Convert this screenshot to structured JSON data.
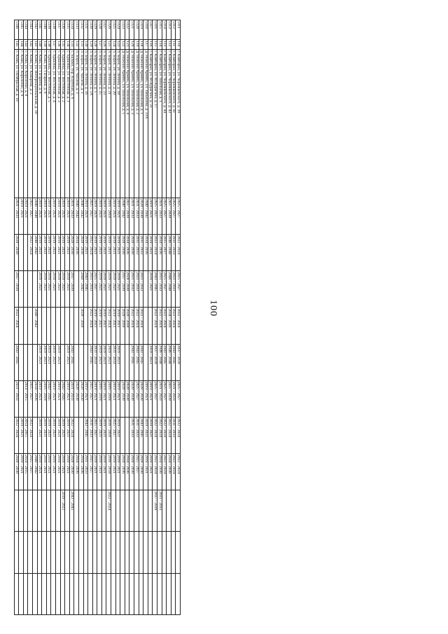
{
  "page_number": "100",
  "rows": [
    {
      "num": "5111",
      "idx": "110",
      "address": "г. Камбарка, ул. Черняшевского, д. 39",
      "p": [
        "2025 - 2027",
        "2022 - 2024",
        "2025 - 2027",
        "2022 - 2024",
        "2037 - 2039",
        "2025 - 2027",
        "2022 - 2024",
        "2022 - 2024",
        "",
        "",
        ""
      ]
    },
    {
      "num": "5112",
      "idx": "111",
      "address": "г. Камбарка, ул. Черняшевского, д. 41",
      "p": [
        "2025 - 2027",
        "2031 - 2033",
        "2031 - 2033",
        "2022 - 2024",
        "2043 - 2045",
        "2031 - 2033",
        "2031 - 2033",
        "2022 - 2024",
        "",
        "",
        ""
      ]
    },
    {
      "num": "5113",
      "idx": "112",
      "address": "г. Камбарка, ул. Черняшевского, д. 43",
      "p": [
        "2037 - 2039",
        "2046 - 2048",
        "2046 - 2048",
        "2034 - 2036",
        "2046 - 2048",
        "2037 - 2039",
        "2022 - 2024",
        "2034 - 2036",
        "",
        "",
        ""
      ]
    },
    {
      "num": "5114",
      "idx": "113",
      "address": "г. Камбарка, ул. Черняшевского, д. 44",
      "p": [
        "2025 - 2027",
        "2025 - 2027",
        "2025 - 2027",
        "2022 - 2024",
        "2043 - 2045",
        "2025 - 2027",
        "2022 - 2024",
        "2022 - 2024",
        "",
        "",
        ""
      ]
    },
    {
      "num": "5115",
      "idx": "114",
      "address": "г. Камбарка, ул. Школьная, д. 1",
      "p": [
        "2031 - 2033",
        "2034 - 2036",
        "2031 - 2033",
        "2022 - 2024",
        "2046 - 2048",
        "2031 - 2033",
        "2022 - 2024",
        "2034 - 2036",
        "2031 - 2033",
        "",
        ""
      ]
    },
    {
      "num": "5116",
      "idx": "115",
      "address": "г. Камбарка, ул. Ю.Курагина, д. 17",
      "p": [
        "2025 - 2027",
        "2022 - 2024",
        "2043 - 2045",
        "2022 - 2024",
        "2037 - 2039",
        "2025 - 2027",
        "2022 - 2024",
        "2022 - 2024",
        "2037 - 2039",
        "",
        ""
      ]
    },
    {
      "num": "5117",
      "idx": "116",
      "address": "г. Камбарка, ул. Ю.Курагина, д. 21",
      "p": [
        "2019 - 2021",
        "2019 - 2021",
        "2019 - 2021",
        "",
        "2019 - 2021",
        "2019 - 2021",
        "2019 - 2021",
        "2019 - 2021",
        "",
        "",
        ""
      ]
    },
    {
      "num": "5118",
      "idx": "117",
      "address": "д. Нижний Армязь, ул. Завьялова, д. 31А",
      "p": [
        "2040 - 2042",
        "2034 - 2036",
        "",
        "",
        "",
        "2019 - 2021",
        "2019 - 2021",
        "2019 - 2021",
        "",
        "",
        ""
      ]
    },
    {
      "num": "5119",
      "idx": "118",
      "address": "д. Нижний Армязь, ул. Школьная, д. 1",
      "p": [
        "2028 - 2030",
        "2031 - 2033",
        "2031 - 2033",
        "2022 - 2024",
        "2043 - 2045",
        "2028 - 2030",
        "2043 - 2045",
        "2028 - 2030",
        "",
        "",
        ""
      ]
    },
    {
      "num": "5120",
      "idx": "119",
      "address": "д. Нижний Армязь, ул. Школьная, д. 2",
      "p": [
        "2031 - 2033",
        "2031 - 2033",
        "2031 - 2033",
        "2022 - 2024",
        "2043 - 2045",
        "2025 - 2027",
        "2031 - 2033",
        "2025 - 2027",
        "",
        "",
        ""
      ]
    },
    {
      "num": "5121",
      "idx": "120",
      "address": "д. Нижний Армязь, ул. Школьная, д. 3",
      "p": [
        "2031 - 2033",
        "2028 - 2030",
        "2031 - 2033",
        "2022 - 2024",
        "2043 - 2045",
        "2028 - 2030",
        "2031 - 2033",
        "2028 - 2030",
        "",
        "",
        ""
      ]
    },
    {
      "num": "5122",
      "idx": "121",
      "address": "д. Нижний Армязь, ул. Школьная, д. 4",
      "p": [
        "2037 - 2039",
        "2034 - 2036",
        "2028 - 2030",
        "2028 - 2030",
        "",
        "2028 - 2030",
        "",
        "2034 - 2036",
        "",
        "",
        ""
      ]
    },
    {
      "num": "5123",
      "idx": "122",
      "address": "д. Нижний Армязь, ул. Школьная, д. 5",
      "p": [
        "2040 - 2042",
        "2028 - 2030",
        "2037 - 2039",
        "2028 - 2030",
        "",
        "2028 - 2030",
        "",
        "2034 - 2036",
        "",
        "",
        ""
      ]
    },
    {
      "num": "5124",
      "idx": "123",
      "address": "п. Борок, ул. Ленина, д. 18",
      "p": [
        "2019 - 2021",
        "2019 - 2021",
        "2019 - 2021",
        "2019 - 2021",
        "2019 - 2021",
        "2019 - 2021",
        "2019 - 2021",
        "2019 - 2021",
        "",
        "",
        ""
      ]
    },
    {
      "num": "5125",
      "idx": "124",
      "address": "п. Борок, ул. Ленина, д. 20",
      "p": [
        "2019 - 2021",
        "2019 - 2021",
        "2019 - 2021",
        "2019 - 2021",
        "2031 - 2033",
        "2019 - 2021",
        "2025 - 2027",
        "2019 - 2021",
        "",
        "",
        ""
      ]
    },
    {
      "num": "5126",
      "idx": "125",
      "address": "п. Борок, ул. Ленина, д. 21",
      "p": [
        "2016 - 2018",
        "2019 - 2021",
        "2019 - 2021",
        "2022 - 2024",
        "2019 - 2021",
        "2016 - 2018",
        "2016 - 2018",
        "2016 - 2018",
        "2022 - 2024",
        "",
        ""
      ]
    },
    {
      "num": "5127",
      "idx": "126",
      "address": "п. Борок, ул. Ленина, д. 23",
      "p": [
        "2019 - 2021",
        "2019 - 2021",
        "2019 - 2021",
        "2019 - 2021",
        "2019 - 2021",
        "2019 - 2021",
        "2019 - 2021",
        "2019 - 2021",
        "",
        "",
        ""
      ]
    },
    {
      "num": "5128",
      "idx": "127",
      "address": "п. Борок, ул. Ленина, д. 25",
      "p": [
        "2019 - 2021",
        "2019 - 2021",
        "2019 - 2021",
        "2019 - 2021",
        "2019 - 2021",
        "2016 - 2018",
        "2019 - 2021",
        "2019 - 2021",
        "",
        "",
        ""
      ]
    },
    {
      "num": "5129",
      "idx": "128",
      "address": "п. Борок, ул. Ленина, д. 5",
      "p": [
        "2019 - 2021",
        "2019 - 2021",
        "2025 - 2027",
        "2019 - 2021",
        "2031 - 2033",
        "2019 - 2021",
        "2025 - 2027",
        "2019 - 2021",
        "",
        "",
        ""
      ]
    },
    {
      "num": "5130",
      "idx": "129",
      "address": "п. Борок, ул. Ленина, д. 5А",
      "p": [
        "2025 - 2027",
        "2022 - 2024",
        "2031 - 2033",
        "2022 - 2024",
        "2043 - 2045",
        "2025 - 2027",
        "2031 - 2033",
        "2025 - 2027",
        "",
        "",
        ""
      ]
    },
    {
      "num": "5131",
      "idx": "130",
      "address": "п. Борок, ул. Ленина, д. 56",
      "p": [
        "2019 - 2021",
        "2019 - 2021",
        "2043 - 2045",
        "",
        "",
        "2019 - 2021",
        "2043 - 2045",
        "2031 - 2033",
        "",
        "",
        ""
      ]
    },
    {
      "num": "5132",
      "idx": "131",
      "address": "п. Борок, ул. Чапаева, д. 1",
      "p": [
        "2040 - 2042",
        "2028 - 2030",
        "2040 - 2042",
        "2028 - 2030",
        "",
        "2028 - 2030",
        "",
        "2034 - 2036",
        "",
        "",
        ""
      ]
    },
    {
      "num": "5133",
      "idx": "132",
      "address": "п. Борок, ул. Чапаева, д. 3",
      "p": [
        "2040 - 2042",
        "2034 - 2036",
        "",
        "",
        "",
        "2028 - 2030",
        "",
        "2034 - 2036",
        "",
        "",
        ""
      ]
    },
    {
      "num": "5134",
      "idx": "133",
      "address": "с. Балаки, пер. Клубный, д. 6",
      "p": [
        "2031 - 2033",
        "2028 - 2030",
        "2037 - 2039",
        "",
        "2043 - 2045",
        "2031 - 2033",
        "2022 - 2024",
        "2028 - 2030",
        "2043 - 2045",
        "",
        ""
      ]
    },
    {
      "num": "5135",
      "idx": "134",
      "address": "с. Ершовка, ул. Восточная, д. 1",
      "p": [
        "2019 - 2021",
        "2019 - 2021",
        "2019 - 2021",
        "",
        "2019 - 2021",
        "2019 - 2021",
        "2019 - 2021",
        "2019 - 2021",
        "",
        "",
        ""
      ]
    },
    {
      "num": "5136",
      "idx": "135",
      "address": "с. Ершовка, ул. Восточная, д. 2",
      "p": [
        "2019 - 2021",
        "2019 - 2021",
        "2019 - 2021",
        "",
        "",
        "2043 - 2045",
        "2019 - 2021",
        "2019 - 2021",
        "2019 - 2021",
        "",
        ""
      ]
    },
    {
      "num": "5137",
      "idx": "136",
      "address": "с. Ершовка, ул. Восточная, д. 3",
      "p": [
        "2019 - 2021",
        "2019 - 2021",
        "2019 - 2021",
        "",
        "2019 - 2021",
        "2019 - 2021",
        "2019 - 2021",
        "2019 - 2021",
        "",
        "",
        ""
      ]
    },
    {
      "num": "5138",
      "idx": "137",
      "address": "с. Ершовка, ул. Восточная, д. 4",
      "p": [
        "2019 - 2021",
        "2019 - 2021",
        "2019 - 2021",
        "",
        "2019 - 2021",
        "2019 - 2021",
        "2019 - 2021",
        "2019 - 2021",
        "",
        "",
        ""
      ]
    },
    {
      "num": "5139",
      "idx": "138",
      "address": "с. Ершовка, ул. Восточная, д. 5",
      "p": [
        "2019 - 2021",
        "2019 - 2021",
        "2019 - 2021",
        "",
        "2019 - 2021",
        "2043 - 2045",
        "2019 - 2021",
        "2019 - 2021",
        "",
        "",
        ""
      ]
    },
    {
      "num": "5140",
      "idx": "139",
      "address": "с. Кама, ул. Гагарина, д. 6",
      "p": [
        "2019 - 2021",
        "2019 - 2021",
        "2019 - 2021",
        "",
        "2019 - 2021",
        "2016 - 2018",
        "2019 - 2021",
        "2019 - 2021",
        "",
        "",
        ""
      ]
    },
    {
      "num": "5141",
      "idx": "140",
      "address": "с. Кама, ул. Гагарина, д. 8",
      "p": [
        "2019 - 2021",
        "2019 - 2021",
        "2019 - 2021",
        "",
        "2019 - 2021",
        "2019 - 2021",
        "2019 - 2021",
        "2019 - 2021",
        "",
        "",
        ""
      ]
    },
    {
      "num": "5142",
      "idx": "141",
      "address": "с. Кама, ул. Интернациональная, д. 10",
      "p": [
        "2046 - 2048",
        "2040 - 2042",
        "",
        "2040 - 2042",
        "",
        "2034 - 2036",
        "",
        "2040 - 2042",
        "",
        "",
        ""
      ]
    },
    {
      "num": "5143",
      "idx": "142",
      "address": "с. Кама, ул. Камарова, д. 2",
      "p": [
        "2025 - 2027",
        "2022 - 2024",
        "",
        "",
        "",
        "2025 - 2027",
        "2022 - 2024",
        "2025 - 2027",
        "",
        "",
        ""
      ]
    },
    {
      "num": "5144",
      "idx": "143",
      "address": "с. Кама, ул. Королёнко, д. 8",
      "p": [
        "2019 - 2021",
        "",
        "",
        "",
        "",
        "2014 - 2015",
        "2014 - 2015",
        "2014 - 2015",
        "",
        "",
        ""
      ]
    },
    {
      "num": "5145",
      "idx": "144",
      "address": "с. Кама, ул. Королёнко, д. 9",
      "p": [
        "2019 - 2021",
        "",
        "",
        "",
        "",
        "",
        "2019 - 2021",
        "2019 - 2021",
        "",
        "",
        ""
      ]
    },
    {
      "num": "5146",
      "idx": "145",
      "address": "с. Кама, ул. Октябрьская, д. 10",
      "p": [
        "2031 - 2033",
        "2028 - 2030",
        "2037 - 2039",
        "2022 - 2024",
        "2043 - 2045",
        "2031 - 2033",
        "2022 - 2024",
        "2028 - 2030",
        "",
        "",
        ""
      ]
    },
    {
      "num": "5147",
      "idx": "146",
      "address": "с. Кама, ул. Почтовая, д. 6",
      "p": [
        "2025 - 2027",
        "2022 - 2024",
        "2025 - 2027",
        "2022 - 2024",
        "2043 - 2045",
        "2025 - 2027",
        "2022 - 2024",
        "2025 - 2027",
        "",
        "",
        ""
      ]
    },
    {
      "num": "5148",
      "idx": "147",
      "address": "с. Кама, ул. Почтовая, д. 7",
      "p": [
        "2034 - 2036",
        "2028 - 2030",
        "2043 - 2045",
        "2028 - 2030",
        "",
        "2037 - 2039",
        "2028 - 2030",
        "2028 - 2030",
        "",
        "",
        ""
      ]
    },
    {
      "num": "5149",
      "idx": "148",
      "address": "с. Кама, ул. Почтовая, д. 8",
      "p": [
        "2031 - 2033",
        "2025 - 2027",
        "2031 - 2033",
        "2022 - 2024",
        "2043 - 2045",
        "2022 - 2024",
        "2022 - 2024",
        "2034 - 2036",
        "",
        "",
        ""
      ]
    },
    {
      "num": "5150",
      "idx": "149",
      "address": "с. Кама, ул. Речникова, д. 10",
      "p": [
        "2019 - 2021",
        "2019 - 2021",
        "2019 - 2021",
        "",
        "2019 - 2021",
        "2019 - 2021",
        "2019 - 2021",
        "2019 - 2021",
        "",
        "",
        ""
      ]
    },
    {
      "num": "5151",
      "idx": "150",
      "address": "с. Кама, ул. Речникова, д. 10",
      "p": [
        "2019 - 2021",
        "2022 - 2024",
        "2019 - 2021",
        "2022 - 2024",
        "2019 - 2021",
        "2019 - 2021",
        "2019 - 2021",
        "2019 - 2021",
        "",
        "",
        ""
      ]
    },
    {
      "num": "5152",
      "idx": "151",
      "address": "с. Кама, ул. Речникова, д. 12",
      "p": [
        "2019 - 2021",
        "2019 - 2021",
        "2019 - 2021",
        "",
        "2019 - 2021",
        "2019 - 2018",
        "2019 - 2021",
        "2019 - 2021",
        "",
        "",
        ""
      ]
    },
    {
      "num": "5153",
      "idx": "152",
      "address": "с. Кама, ул. Речникова, д. 1А",
      "p": [
        "2019 - 2021",
        "2019 - 2021",
        "2019 - 2021",
        "",
        "2019 - 2021",
        "2016 - 2018",
        "2019 - 2021",
        "2019 - 2021",
        "",
        "",
        ""
      ]
    },
    {
      "num": "5154",
      "idx": "153",
      "address": "с. Кама, ул. Речникова, д. 1Б",
      "p": [
        "2019 - 2021",
        "2019 - 2021",
        "2019 - 2021",
        "",
        "2031 - 2033",
        "2016 - 2018",
        "2025 - 2027",
        "2019 - 2021",
        "",
        "",
        ""
      ]
    },
    {
      "num": "5155",
      "idx": "154",
      "address": "с. Кама, ул. Речникова, д. 26",
      "p": [
        "2028 - 2030",
        "2034 - 2036",
        "",
        "2034 - 2036",
        "",
        "2028 - 2030",
        "2028 - 2030",
        "2034 - 2036",
        "",
        "",
        ""
      ]
    },
    {
      "num": "5156",
      "idx": "155",
      "address": "с. Кама, ул. Речникова, д. 26А",
      "p": [
        "2037 - 2039",
        "2034 - 2036",
        "",
        "2034 - 2036",
        "",
        "2037 - 2039",
        "2034 - 2036",
        "2034 - 2036",
        "",
        "",
        ""
      ]
    },
    {
      "num": "5157",
      "idx": "156",
      "address": "с. Кама, ул. Речникова, д. 28",
      "p": [
        "2037 - 2039",
        "2034 - 2036",
        "",
        "2028 - 2030",
        "",
        "2037 - 2039",
        "2022 - 2024",
        "2034 - 2036",
        "",
        "",
        ""
      ]
    },
    {
      "num": "5158",
      "idx": "157",
      "address": "с. Кама, ул. Речникова, д. 7",
      "p": [
        "2022 - 2024",
        "2022 - 2024",
        "2025 - 2027",
        "2022 - 2024",
        "2031 - 2033",
        "2019 - 2021",
        "2025 - 2027",
        "2022 - 2024",
        "",
        "",
        ""
      ]
    },
    {
      "num": "5159",
      "idx": "158",
      "address": "с. Камское, ул. Восточная, д. 2А",
      "p": [
        "2025 - 2027",
        "2022 - 2024",
        "2025 - 2027",
        "2022 - 2024",
        "2037 - 2039",
        "2025 - 2027",
        "2022 - 2024",
        "2022 - 2024",
        "2031 - 2033",
        "",
        ""
      ]
    },
    {
      "num": "5160",
      "idx": "159",
      "address": "с. Камское, ул. Восточная, д. 3",
      "p": [
        "2046 - 2048",
        "2040 - 2042",
        "2046 - 2048",
        "2040 - 2042",
        "",
        "2046 - 2048",
        "2028 - 2030",
        "2040 - 2042",
        "",
        "",
        ""
      ]
    },
    {
      "num": "5161",
      "idx": "160",
      "address": "с. Камское, ул. Восточная, д. 3А",
      "p": [
        "2031 - 2033",
        "2028 - 2030",
        "2037 - 2039",
        "2022 - 2024",
        "2043 - 2045",
        "2043 - 2045",
        "2022 - 2024",
        "2028 - 2030",
        "",
        "",
        ""
      ]
    },
    {
      "num": "5162",
      "idx": "161",
      "address": "с. Камское, ул. Восточная, д. 4",
      "p": [
        "2025 - 2027",
        "2025 - 2027",
        "2025 - 2027",
        "2022 - 2024",
        "2043 - 2045",
        "2031 - 2033",
        "2022 - 2024",
        "2025 - 2027",
        "",
        "",
        ""
      ]
    }
  ]
}
